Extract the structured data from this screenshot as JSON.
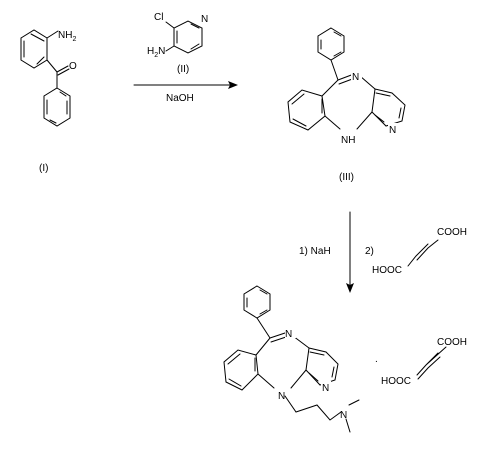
{
  "atoms": {
    "n": "N",
    "nh": "H",
    "cl": "Cl",
    "h2n": "H",
    "o": "O",
    "hooc": "HOOC",
    "cooh": "COOH"
  },
  "subscripts": {
    "two": "2"
  },
  "amine_label_1": "NH",
  "amine_label_2": "N",
  "labels": {
    "compound_1": "(I)",
    "compound_2": "(II)",
    "compound_3": "(III)"
  },
  "reagents": {
    "step1_base": "NaOH",
    "step2_1": "1) NaH",
    "step2_2": "2)"
  },
  "punct": {
    "dot": "."
  }
}
